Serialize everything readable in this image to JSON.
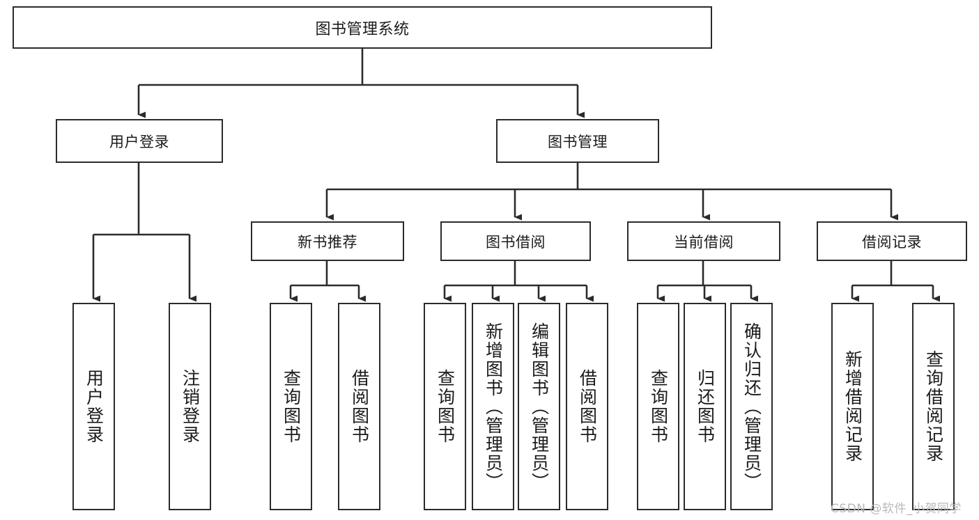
{
  "diagram": {
    "title": "图书管理系统",
    "watermark": "CSDN @软件_小贺同学",
    "colors": {
      "box_border": "#2b2b2b",
      "box_fill": "#ffffff",
      "connector": "#2b2b2b",
      "text": "#1b1b1b",
      "watermark": "#b9b9b9",
      "background": "#ffffff"
    },
    "levels": {
      "root": "图书管理系统",
      "level2": [
        "用户登录",
        "图书管理"
      ],
      "level3": [
        "新书推荐",
        "图书借阅",
        "当前借阅",
        "借阅记录"
      ]
    },
    "nodes": {
      "root": {
        "label": "图书管理系统"
      },
      "user_login": {
        "label": "用户登录"
      },
      "book_manage": {
        "label": "图书管理"
      },
      "new_book_rec": {
        "label": "新书推荐"
      },
      "book_borrow": {
        "label": "图书借阅"
      },
      "current_borrow": {
        "label": "当前借阅"
      },
      "borrow_record": {
        "label": "借阅记录"
      },
      "leaf_user_login": {
        "label": "用户登录"
      },
      "leaf_logout_login": {
        "label": "注销登录"
      },
      "leaf_query_book_1": {
        "label": "查询图书"
      },
      "leaf_borrow_book_1": {
        "label": "借阅图书"
      },
      "leaf_query_book_2": {
        "label": "查询图书"
      },
      "leaf_add_book_admin": {
        "label": "新增图书（管理员）"
      },
      "leaf_edit_book_admin": {
        "label": "编辑图书（管理员）"
      },
      "leaf_borrow_book_2": {
        "label": "借阅图书"
      },
      "leaf_query_book_3": {
        "label": "查询图书"
      },
      "leaf_return_book": {
        "label": "归还图书"
      },
      "leaf_confirm_return_admin": {
        "label": "确认归还（管理员）"
      },
      "leaf_add_borrow_record": {
        "label": "新增借阅记录"
      },
      "leaf_query_borrow_record": {
        "label": "查询借阅记录"
      }
    },
    "tree": [
      {
        "label": "图书管理系统",
        "children": [
          {
            "label": "用户登录",
            "children": [
              {
                "label": "用户登录"
              },
              {
                "label": "注销登录"
              }
            ]
          },
          {
            "label": "图书管理",
            "children": [
              {
                "label": "新书推荐",
                "children": [
                  {
                    "label": "查询图书"
                  },
                  {
                    "label": "借阅图书"
                  }
                ]
              },
              {
                "label": "图书借阅",
                "children": [
                  {
                    "label": "查询图书"
                  },
                  {
                    "label": "新增图书（管理员）"
                  },
                  {
                    "label": "编辑图书（管理员）"
                  },
                  {
                    "label": "借阅图书"
                  }
                ]
              },
              {
                "label": "当前借阅",
                "children": [
                  {
                    "label": "查询图书"
                  },
                  {
                    "label": "归还图书"
                  },
                  {
                    "label": "确认归还（管理员）"
                  }
                ]
              },
              {
                "label": "借阅记录",
                "children": [
                  {
                    "label": "新增借阅记录"
                  },
                  {
                    "label": "查询借阅记录"
                  }
                ]
              }
            ]
          }
        ]
      }
    ]
  }
}
